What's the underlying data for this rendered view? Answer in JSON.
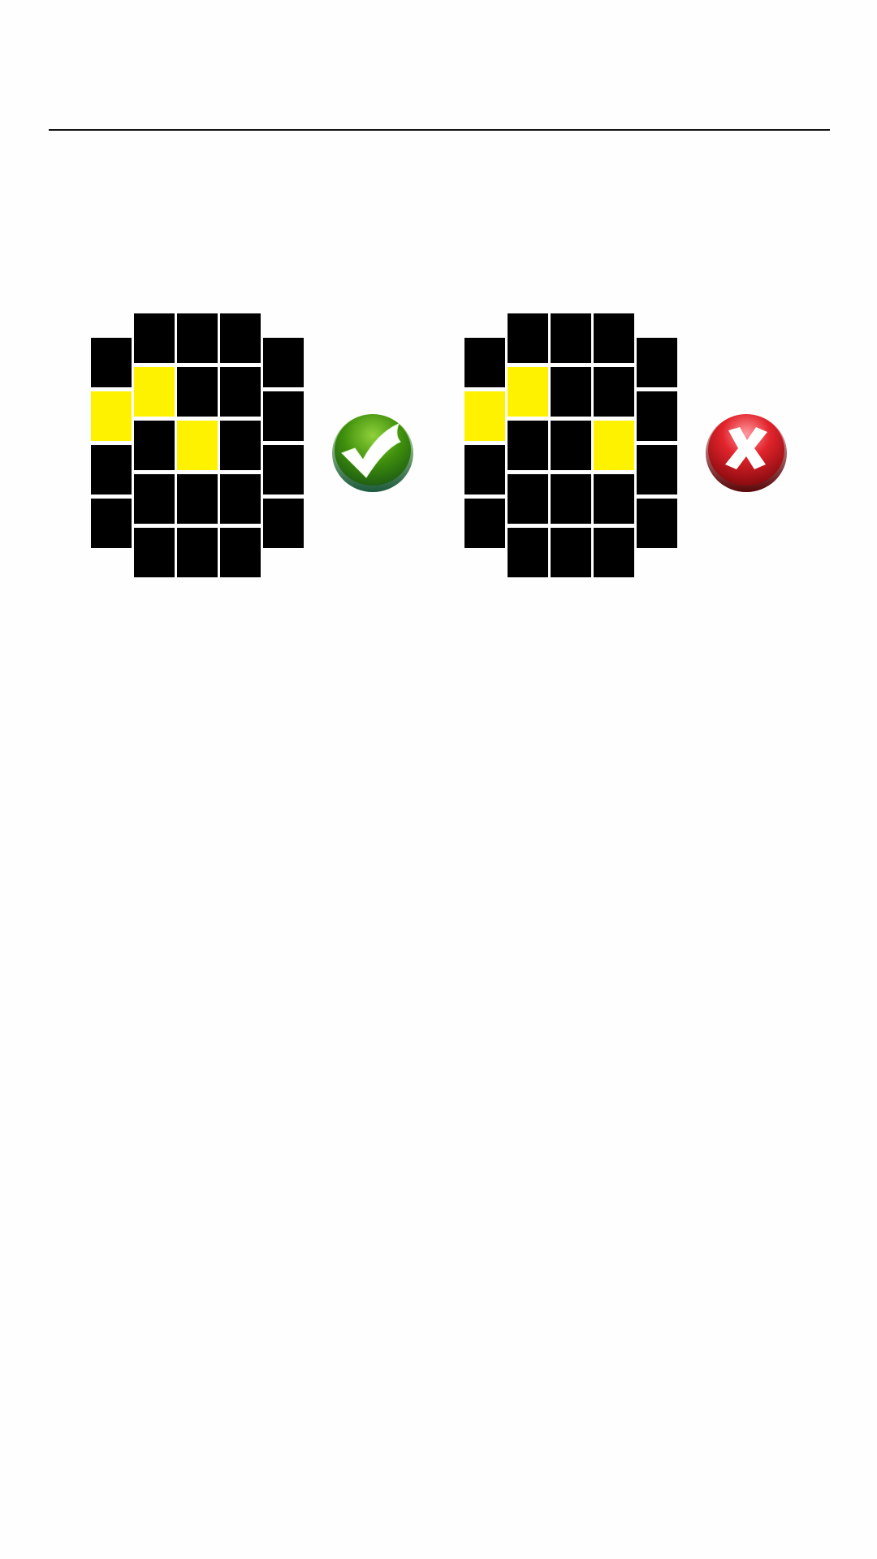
{
  "colors": {
    "background": "#fefefe",
    "divider": "#111111",
    "cell_off": "#000000",
    "cell_on": "#fff200",
    "correct_green": "#2f8a0a",
    "wrong_red": "#c8131c"
  },
  "grid_layout": {
    "columns": [
      {
        "index": 0,
        "rows": 4,
        "offset": "low"
      },
      {
        "index": 1,
        "rows": 5,
        "offset": "high"
      },
      {
        "index": 2,
        "rows": 5,
        "offset": "high"
      },
      {
        "index": 3,
        "rows": 5,
        "offset": "high"
      },
      {
        "index": 4,
        "rows": 4,
        "offset": "low"
      }
    ]
  },
  "examples": [
    {
      "name": "correct",
      "result_icon": "checkmark-icon",
      "result": "correct",
      "lit_cells": [
        [
          0,
          1
        ],
        [
          1,
          1
        ],
        [
          2,
          2
        ]
      ]
    },
    {
      "name": "wrong",
      "result_icon": "cross-icon",
      "result": "wrong",
      "lit_cells": [
        [
          0,
          1
        ],
        [
          1,
          1
        ],
        [
          3,
          2
        ]
      ]
    }
  ]
}
